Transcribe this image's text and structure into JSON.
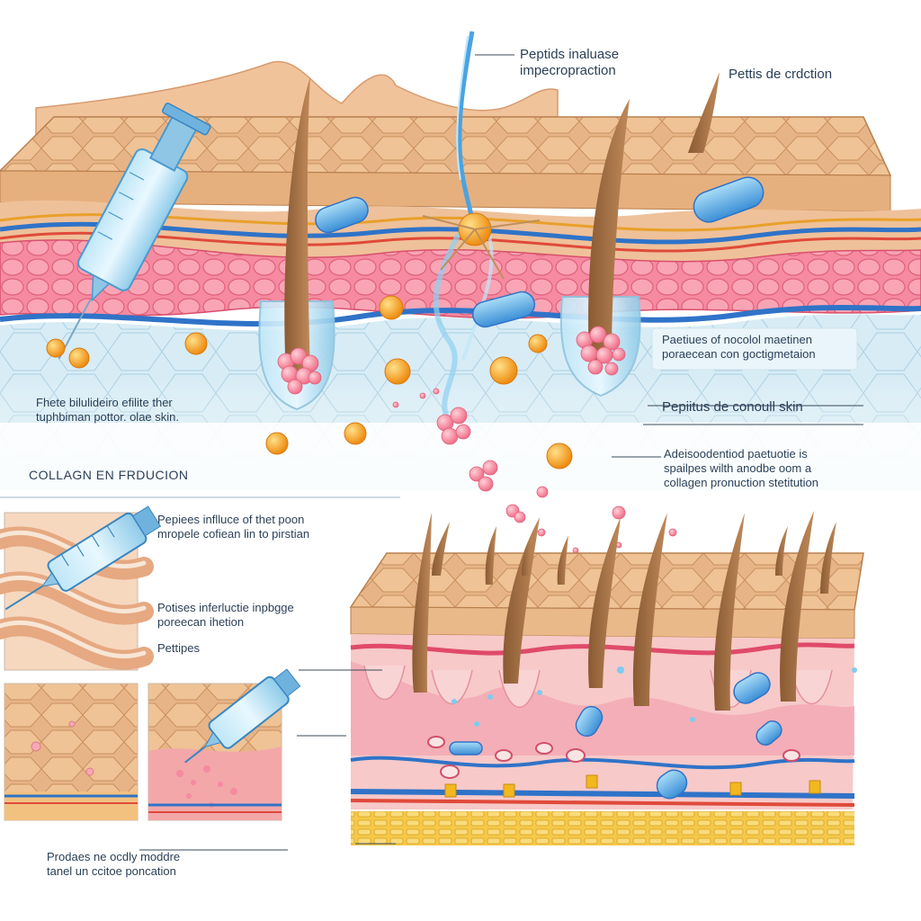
{
  "labels": {
    "top_center": "Peptids inaluase\nimpecropraction",
    "top_right": "Pettis de crdction",
    "left_mid": "Fhete bilulideiro efilite ther\ntuphbiman pottor.  olae skin.",
    "collagen_heading": "COLLAGN EN FRDUCION",
    "right_box_1": "Paetiues of nocolol maetinen\nporaecean con goctigmetaion",
    "right_2": "Pepiitus de conoull skin",
    "right_3": "Adeisoodentiod paetuotie is\nspailpes wilth anodbe oom a\ncollagen pronuction stetitution",
    "inset_1": "Pepiees inflluce of thet poon\nmropele cofiean lin to pirstian",
    "inset_2": "Potises inferluctie inpbgge\nporeecan ihetion",
    "inset_3": "Pettipes",
    "bottom_left": "Prodaes ne ocdly moddre\ntanel un ccitoe poncation"
  },
  "colors": {
    "skin_surface": "#e9b98a",
    "dermis_pink": "#f0708a",
    "vessel_blue": "#2f73c8",
    "hypodermis_blue": "#cfe6f2",
    "fat_yellow": "#f3c43a",
    "peptide_orange": "#f2a21e",
    "capsule_blue": "#5ab4e8",
    "collagen_pink": "#f6a0ae",
    "label_text": "#2b3f57"
  }
}
